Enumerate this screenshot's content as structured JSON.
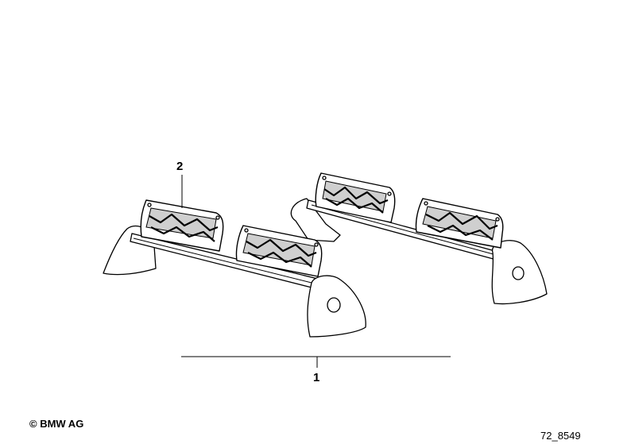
{
  "callouts": {
    "part_1": "1",
    "part_2": "2"
  },
  "footer": {
    "copyright": "© BMW AG",
    "drawing_number": "72_8549"
  },
  "icons": [
    "ski-rack-front-illustration",
    "ski-rack-rear-illustration"
  ]
}
